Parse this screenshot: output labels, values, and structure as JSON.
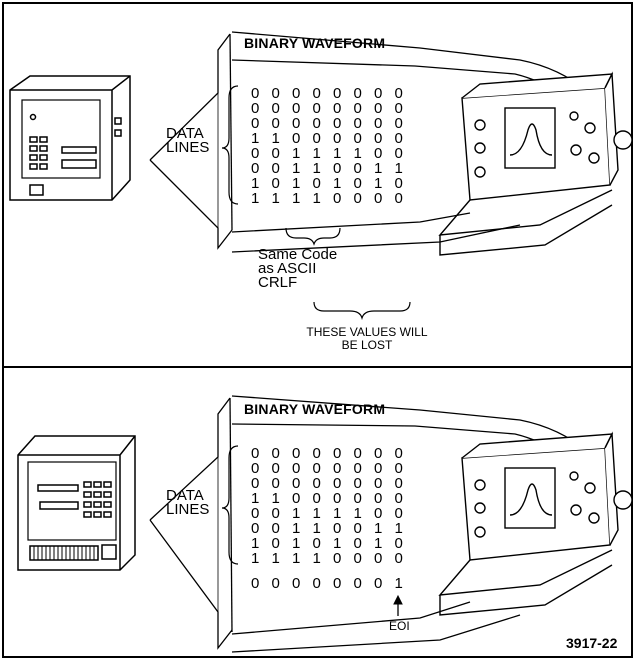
{
  "figure": {
    "panel_top": {
      "title": "BINARY WAVEFORM",
      "data_lines_label": [
        "DATA",
        "LINES"
      ],
      "bits": [
        [
          "0",
          "0",
          "0",
          "0",
          "0",
          "0",
          "0",
          "0"
        ],
        [
          "0",
          "0",
          "0",
          "0",
          "0",
          "0",
          "0",
          "0"
        ],
        [
          "0",
          "0",
          "0",
          "0",
          "0",
          "0",
          "0",
          "0"
        ],
        [
          "1",
          "1",
          "0",
          "0",
          "0",
          "0",
          "0",
          "0"
        ],
        [
          "0",
          "0",
          "1",
          "1",
          "1",
          "1",
          "0",
          "0"
        ],
        [
          "0",
          "0",
          "1",
          "1",
          "0",
          "0",
          "1",
          "1"
        ],
        [
          "1",
          "0",
          "1",
          "0",
          "1",
          "0",
          "1",
          "0"
        ],
        [
          "1",
          "1",
          "1",
          "1",
          "0",
          "0",
          "0",
          "0"
        ]
      ],
      "code_note": [
        "Same Code",
        "as ASCII",
        "CRLF"
      ],
      "lost_note": [
        "THESE VALUES WILL",
        "BE LOST"
      ]
    },
    "panel_bottom": {
      "title": "BINARY WAVEFORM",
      "data_lines_label": [
        "DATA",
        "LINES"
      ],
      "bits": [
        [
          "0",
          "0",
          "0",
          "0",
          "0",
          "0",
          "0",
          "0"
        ],
        [
          "0",
          "0",
          "0",
          "0",
          "0",
          "0",
          "0",
          "0"
        ],
        [
          "0",
          "0",
          "0",
          "0",
          "0",
          "0",
          "0",
          "0"
        ],
        [
          "1",
          "1",
          "0",
          "0",
          "0",
          "0",
          "0",
          "0"
        ],
        [
          "0",
          "0",
          "1",
          "1",
          "1",
          "1",
          "0",
          "0"
        ],
        [
          "0",
          "0",
          "1",
          "1",
          "0",
          "0",
          "1",
          "1"
        ],
        [
          "1",
          "0",
          "1",
          "0",
          "1",
          "0",
          "1",
          "0"
        ],
        [
          "1",
          "1",
          "1",
          "1",
          "0",
          "0",
          "0",
          "0"
        ]
      ],
      "eoi_bits": [
        "0",
        "0",
        "0",
        "0",
        "0",
        "0",
        "0",
        "1"
      ],
      "eoi_label": "EOI"
    },
    "reference_number": "3917-22"
  }
}
